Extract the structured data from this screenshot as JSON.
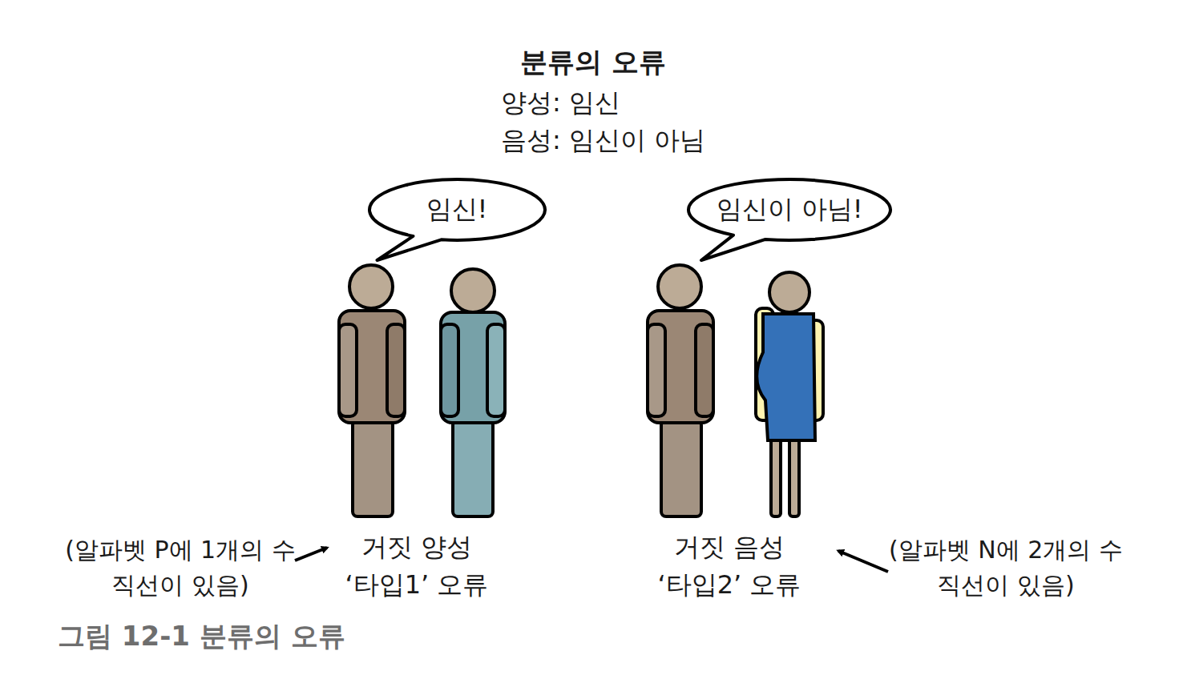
{
  "diagram": {
    "title": "분류의 오류",
    "caption": "그림 12-1 분류의 오류",
    "nodes": [
      {
        "text": [
          "임신!"
        ]
      },
      {
        "text": [
          "임신이 아님!"
        ]
      }
    ],
    "edges": [],
    "labels": [
      "양성: 임신",
      "음성: 임신이 아님",
      "거짓 양성",
      "‘타입1’ 오류",
      "거짓 음성",
      "‘타입2’ 오류",
      "(알파벳 P에 1개의 수직선이 있음)",
      "(알파벳 N에 2개의 수직선이 있음)"
    ]
  }
}
